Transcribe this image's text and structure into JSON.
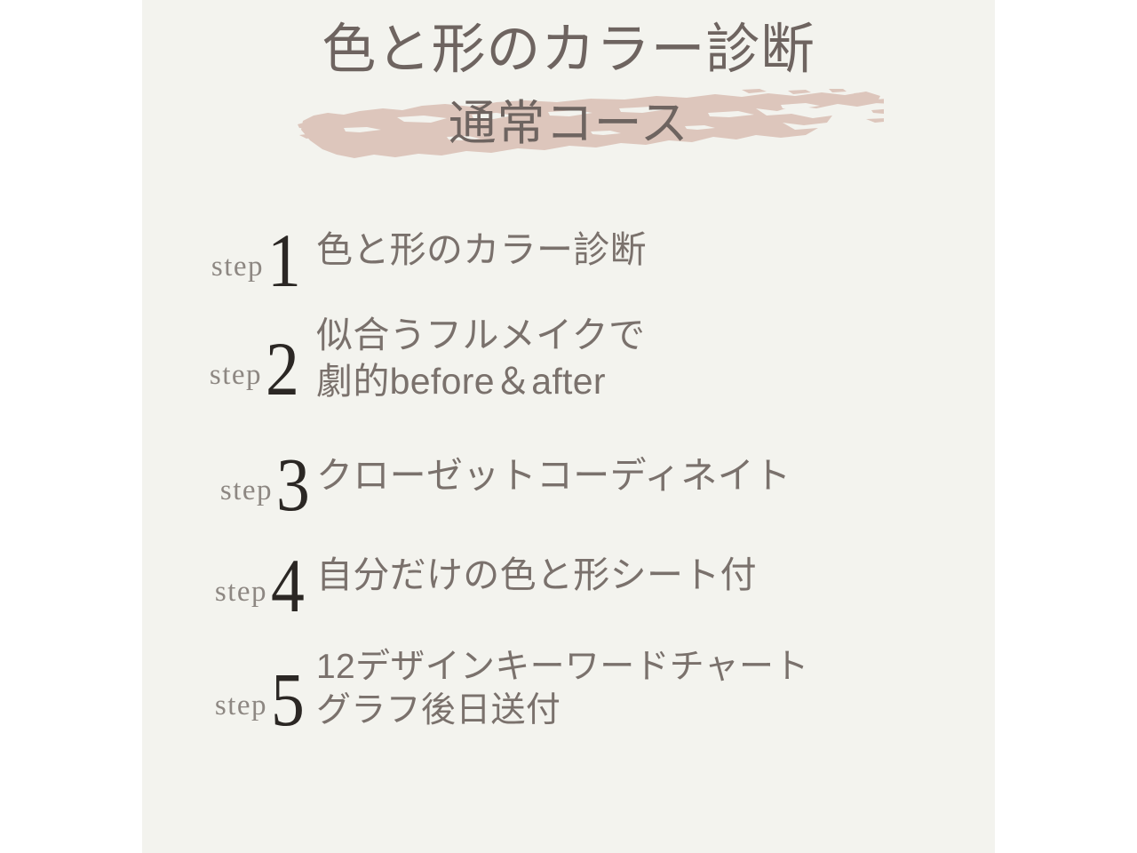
{
  "palette": {
    "page_background": "#ffffff",
    "panel_background": "#f3f3ee",
    "title_text": "#6e6460",
    "brush_stroke": "#ddc6bc",
    "step_word": "#8d8782",
    "step_number": "#2b2724",
    "body_text": "#7a716c"
  },
  "header": {
    "title_main": "色と形のカラー診断",
    "title_sub": "通常コース",
    "brush_icon": "brush-stroke-swash"
  },
  "steps": {
    "label": "step",
    "items": [
      {
        "number": "1",
        "text": "色と形のカラー診断"
      },
      {
        "number": "2",
        "text": "似合うフルメイクで\n劇的before＆after"
      },
      {
        "number": "3",
        "text": "クローゼットコーディネイト"
      },
      {
        "number": "4",
        "text": "自分だけの色と形シート付"
      },
      {
        "number": "5",
        "text": "12デザインキーワードチャート\nグラフ後日送付"
      }
    ]
  }
}
